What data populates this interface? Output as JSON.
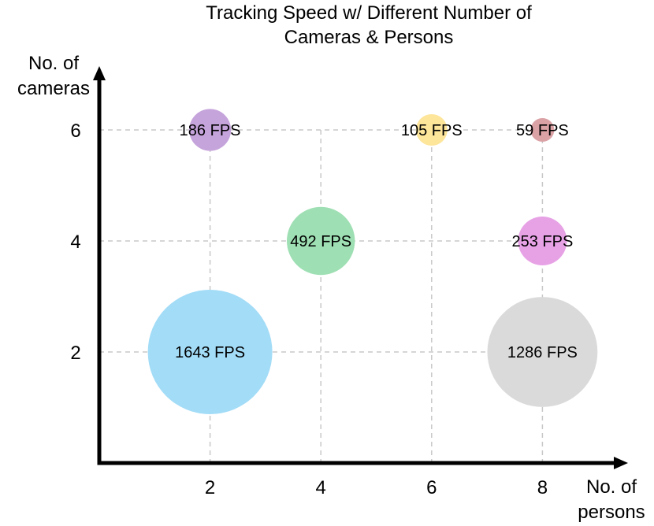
{
  "chart_data": {
    "type": "scatter",
    "title_lines": [
      "Tracking Speed w/ Different Number of",
      "Cameras & Persons"
    ],
    "xlabel_lines": [
      "No. of",
      "persons"
    ],
    "ylabel_lines": [
      "No. of",
      "cameras"
    ],
    "xlim": [
      0,
      8.96
    ],
    "ylim": [
      0,
      8.25
    ],
    "xticks": [
      2,
      4,
      6,
      8
    ],
    "yticks": [
      2,
      4,
      6
    ],
    "grid": true,
    "points": [
      {
        "x": 2,
        "y": 6,
        "value": 186,
        "label": "186 FPS",
        "color": "#c5a3db"
      },
      {
        "x": 4,
        "y": 4,
        "value": 492,
        "label": "492 FPS",
        "color": "#9edfb3"
      },
      {
        "x": 6,
        "y": 6,
        "value": 105,
        "label": "105 FPS",
        "color": "#fde59a"
      },
      {
        "x": 8,
        "y": 6,
        "value": 59,
        "label": "59 FPS",
        "color": "#dba2a6"
      },
      {
        "x": 8,
        "y": 4,
        "value": 253,
        "label": "253 FPS",
        "color": "#e7a2e6"
      },
      {
        "x": 2,
        "y": 2,
        "value": 1643,
        "label": "1643 FPS",
        "color": "#a3dcf7"
      },
      {
        "x": 8,
        "y": 2,
        "value": 1286,
        "label": "1286 FPS",
        "color": "#dadada"
      }
    ]
  }
}
